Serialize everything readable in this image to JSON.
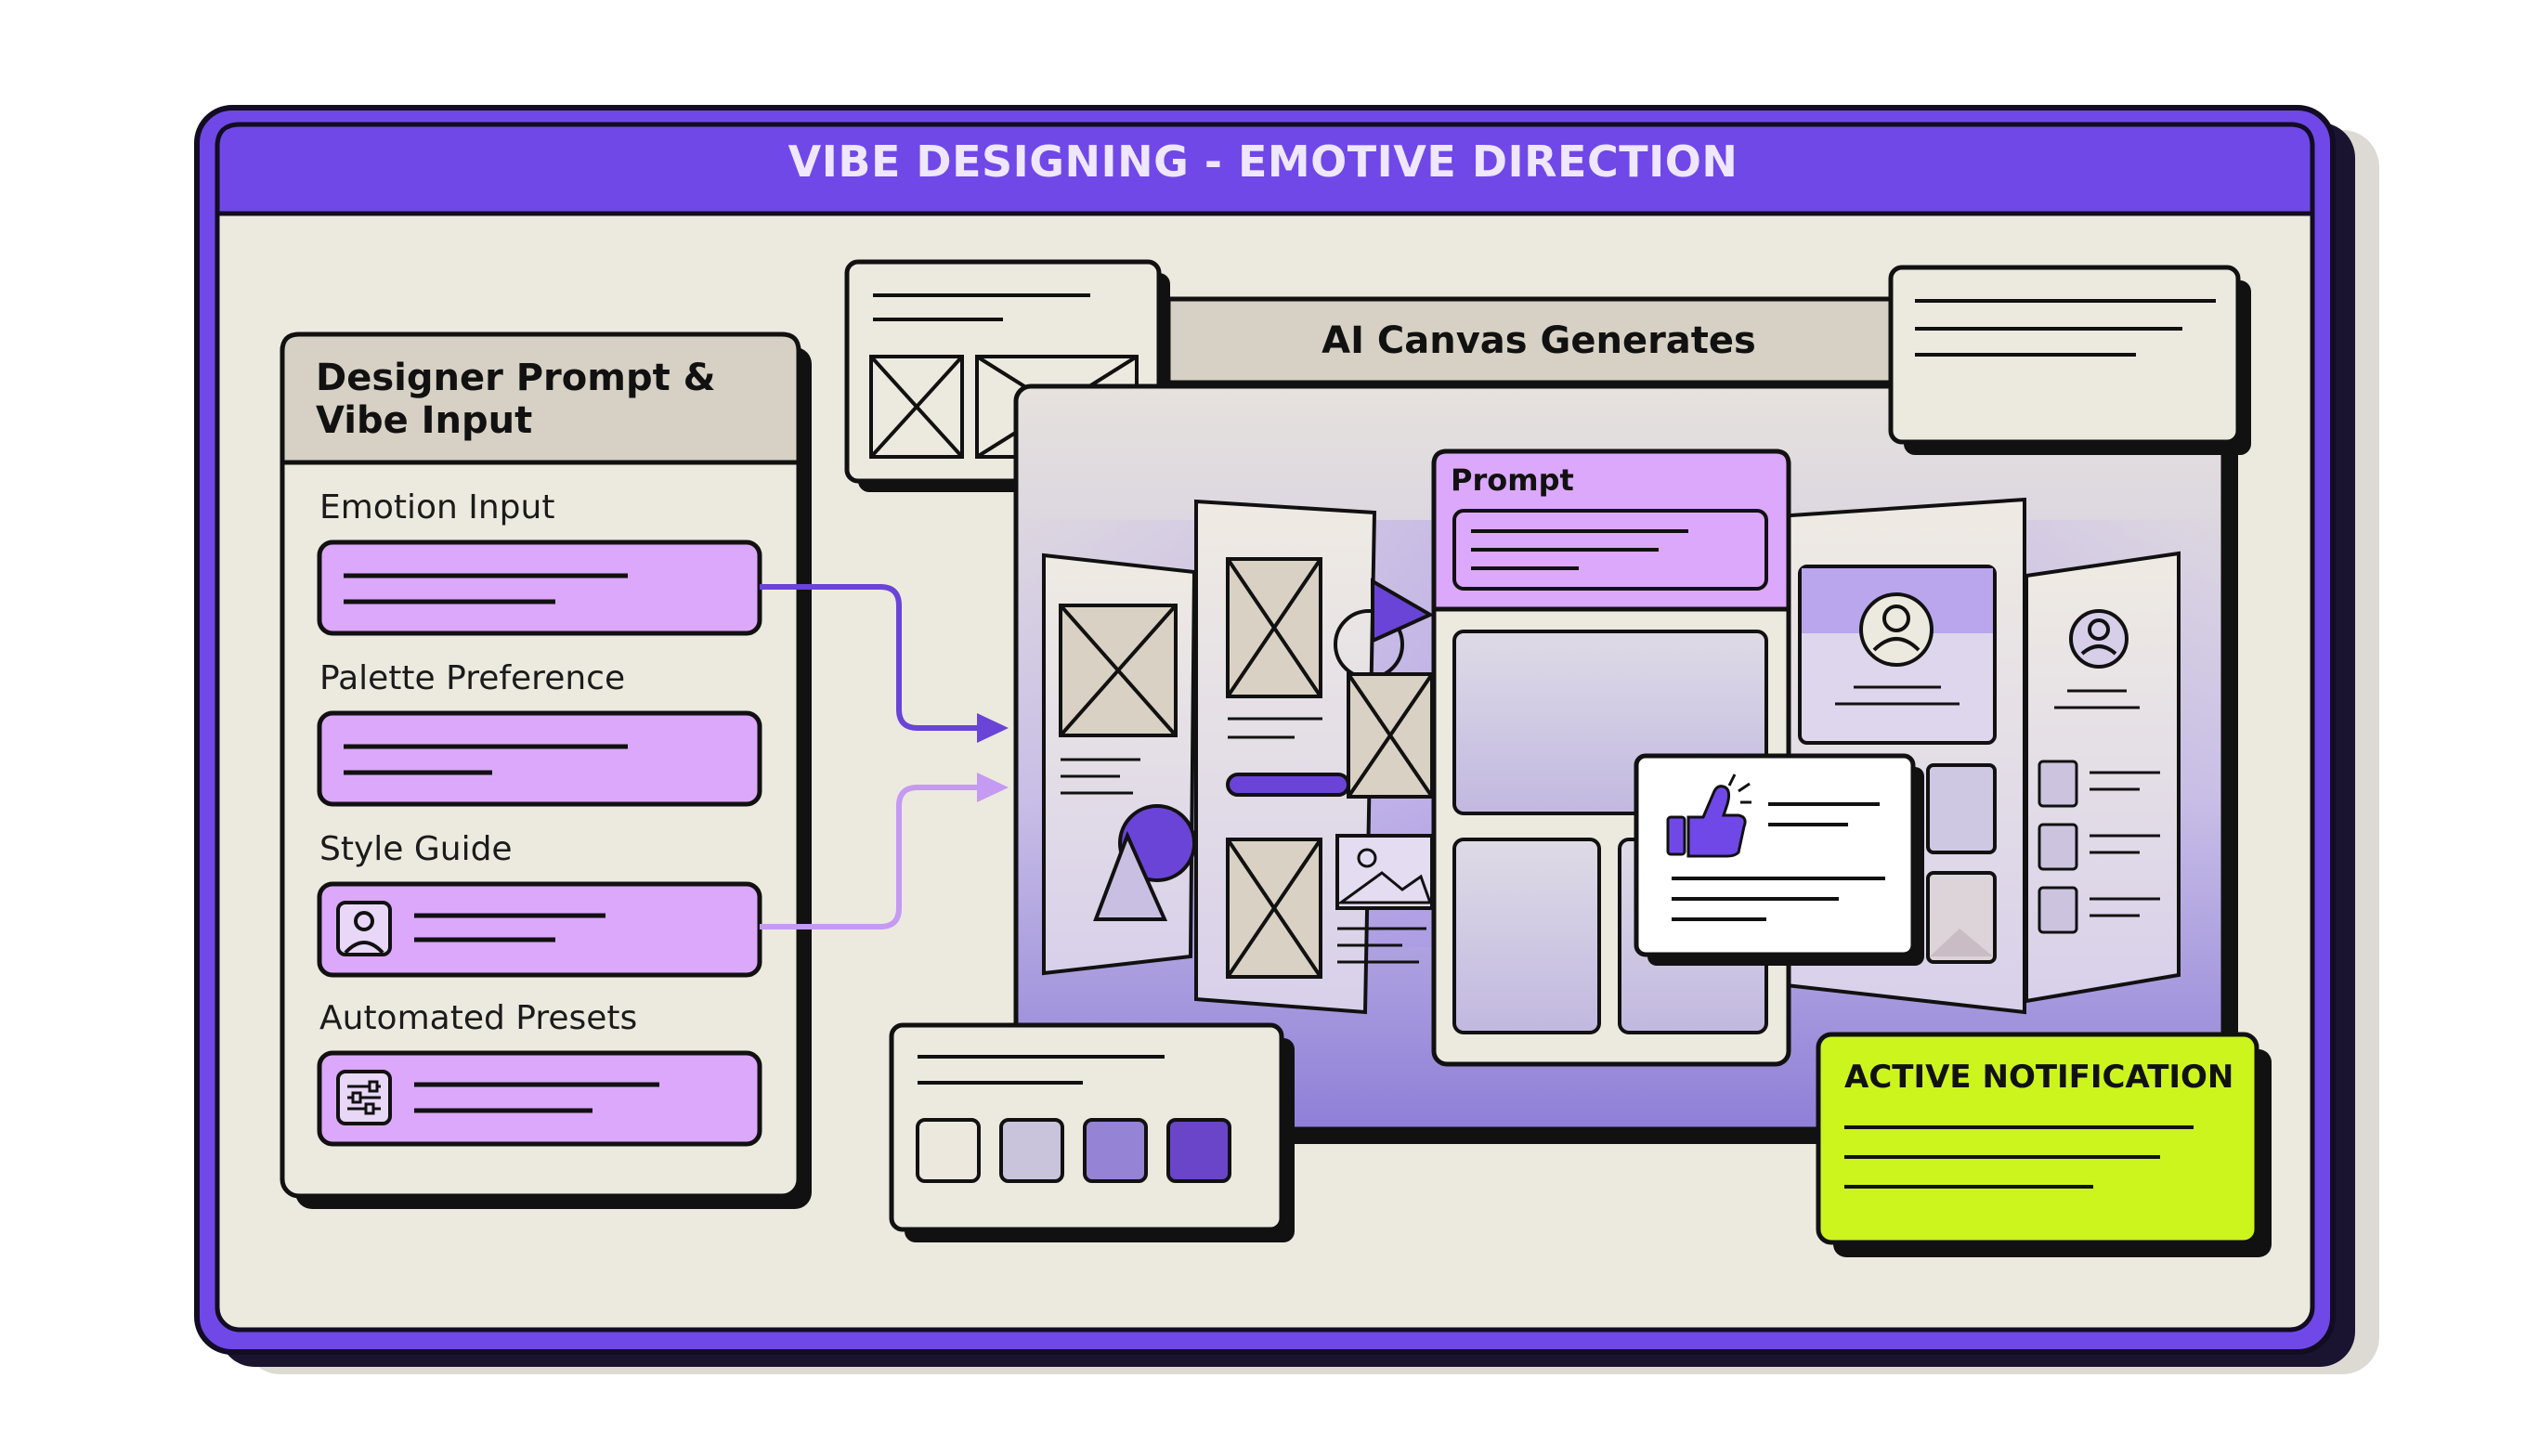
{
  "header": {
    "title": "VIBE DESIGNING - EMOTIVE DIRECTION"
  },
  "input_panel": {
    "title": "Designer Prompt & Vibe Input",
    "fields": [
      {
        "label": "Emotion Input"
      },
      {
        "label": "Palette Preference"
      },
      {
        "label": "Style Guide"
      },
      {
        "label": "Automated Presets"
      }
    ]
  },
  "canvas": {
    "banner": "AI Canvas Generates",
    "prompt_label": "Prompt"
  },
  "notification": {
    "title": "ACTIVE NOTIFICATION"
  },
  "palette_swatches": [
    "#ece8de",
    "#c9c3dc",
    "#9583d6",
    "#6a44c9"
  ],
  "colors": {
    "frame": "#7048e8",
    "frame_dark": "#4a2fb0",
    "paper": "#ece9df",
    "field_fill": "#dca8fb",
    "notify": "#ccf51e"
  },
  "icons": [
    "image-icon",
    "sliders-icon",
    "thumbs-up-icon",
    "user-icon",
    "arrow-icon"
  ]
}
